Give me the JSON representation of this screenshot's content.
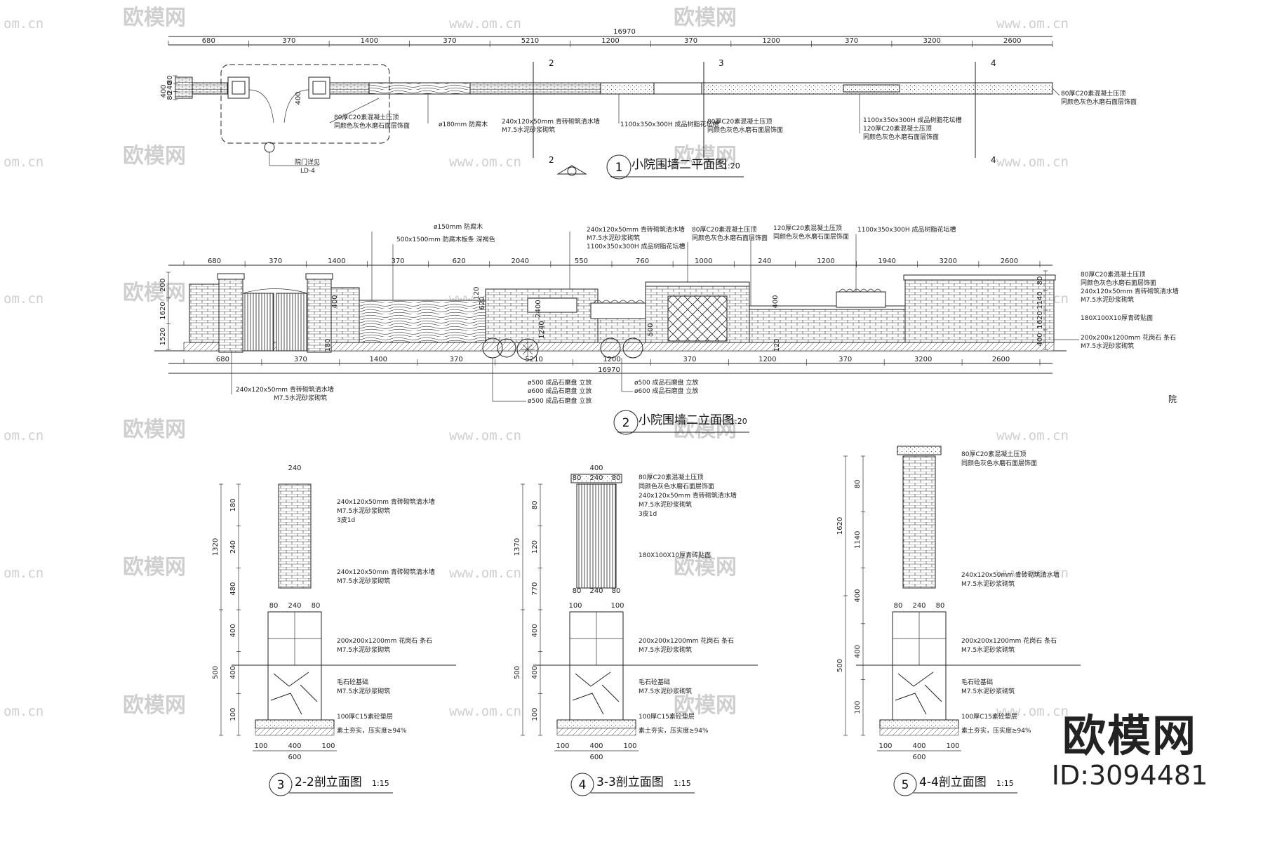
{
  "watermark": {
    "brand": "欧模网",
    "url": "www.om.cn",
    "url_short": "om.cn"
  },
  "logo": {
    "brand": "欧模网",
    "id": "ID:3094481"
  },
  "side_char": "院",
  "plan": {
    "title": "小院围墙二平面图",
    "number": "1",
    "scale": "1:20",
    "total": "16970",
    "dims": [
      "680",
      "370",
      "1400",
      "370",
      "5210",
      "1200",
      "370",
      "1200",
      "370",
      "3200",
      "2600"
    ],
    "left_dims": [
      "80",
      "240",
      "80",
      "400"
    ],
    "gate_dim": "400",
    "notes": {
      "cap_top": "80厚C20素混凝土压顶",
      "cap_sub": "同颜色灰色水磨石面层饰面",
      "timber": "ø180mm 防腐木",
      "brick": "240x120x50mm 青砖砌筑清水墙",
      "mortar": "M7.5水泥砂浆砌筑",
      "planter": "1100x350x300H 成品树脂花坛槽",
      "cap_mid": "80厚C20素混凝土压顶",
      "cap_mid_sub": "同颜色灰色水磨石面层饰面",
      "planter2": "1100x350x300H 成品树脂花坛槽",
      "cap120": "120厚C20素混凝土压顶",
      "cap120_sub": "同颜色灰色水磨石面层饰面",
      "right_cap": "80厚C20素混凝土压顶",
      "right_cap_sub": "同颜色灰色水磨石面层饰面",
      "gate_ref": "院门详见",
      "gate_ref_no": "LD-4"
    },
    "section_marks": [
      "2",
      "3",
      "4"
    ]
  },
  "elevation": {
    "title": "小院围墙二立面图",
    "number": "2",
    "scale": "1:20",
    "total": "16970",
    "top_dims": [
      "680",
      "370",
      "1400",
      "370",
      "620",
      "2040",
      "550",
      "760",
      "1000",
      "240",
      "1200",
      "1940",
      "3200",
      "2600"
    ],
    "bottom_dims": [
      "680",
      "370",
      "1400",
      "370",
      "5210",
      "1200",
      "370",
      "1200",
      "370",
      "3200",
      "2600"
    ],
    "left_dims": [
      "200",
      "1620",
      "1520"
    ],
    "right_dims": [
      "80",
      "1140",
      "1620",
      "400"
    ],
    "inner_dims": [
      "180",
      "120",
      "620",
      "400",
      "2400",
      "1240",
      "500",
      "400",
      "120"
    ],
    "notes": {
      "timber": "ø150mm 防腐木",
      "board": "500x1500mm 防腐木板条 深褐色",
      "brick_top": "240x120x50mm 青砖砌筑清水墙",
      "mortar_top": "M7.5水泥砂浆砌筑",
      "planter": "1100x350x300H 成品树脂花坛槽",
      "cap80": "80厚C20素混凝土压顶",
      "cap80_sub": "同颜色灰色水磨石面层饰面",
      "cap120": "120厚C20素混凝土压顶",
      "cap120_sub": "同颜色灰色水磨石面层饰面",
      "planter2": "1100x350x300H 成品树脂花坛槽",
      "r_cap": "80厚C20素混凝土压顶",
      "r_cap_sub": "同颜色灰色水磨石面层饰面",
      "r_brick": "240x120x50mm 青砖砌筑清水墙",
      "r_mortar": "M7.5水泥砂浆砌筑",
      "r_tile": "180X100X10厚青砖贴面",
      "r_base": "200x200x1200mm 花岗石 条石",
      "r_base_mortar": "M7.5水泥砂浆砌筑",
      "bl_brick": "240x120x50mm 青砖砌筑清水墙",
      "bl_mortar": "M7.5水泥砂浆砌筑",
      "mill1": "ø500 成品石磨盘 立放",
      "mill2": "ø600 成品石磨盘 立放",
      "mill3": "ø500 成品石磨盘 立放",
      "mill4": "ø500 成品石磨盘 立放",
      "mill5": "ø600 成品石磨盘 立放"
    }
  },
  "sections": [
    {
      "number": "3",
      "title": "2-2剖立面图",
      "scale": "1:15",
      "top_width": "240",
      "left_dims": [
        "180",
        "240",
        "480",
        "400",
        "400",
        "100"
      ],
      "total_dims": [
        "1320",
        "500"
      ],
      "mid_dims": [
        "80",
        "240",
        "80"
      ],
      "bottom_dims": [
        "100",
        "400",
        "100"
      ],
      "bottom_total": "600",
      "notes": [
        "240x120x50mm 青砖砌筑清水墙",
        "M7.5水泥砂浆砌筑",
        "3皮1d",
        "240x120x50mm 青砖砌筑清水墙",
        "M7.5水泥砂浆砌筑",
        "200x200x1200mm 花岗石 条石",
        "M7.5水泥砂浆砌筑",
        "毛石砼基础",
        "M7.5水泥砂浆砌筑",
        "100厚C15素砼垫层",
        "素土夯实，压实度≥94%"
      ]
    },
    {
      "number": "4",
      "title": "3-3剖立面图",
      "scale": "1:15",
      "top_width": "400",
      "top_sub": [
        "80",
        "240",
        "80"
      ],
      "left_dims": [
        "80",
        "120",
        "770",
        "400",
        "400",
        "100"
      ],
      "total_dims": [
        "1370",
        "500"
      ],
      "mid_dims": [
        "100",
        "100"
      ],
      "mid_dims2": [
        "80",
        "240",
        "80"
      ],
      "bottom_dims": [
        "100",
        "400",
        "100"
      ],
      "bottom_total": "600",
      "notes": [
        "80厚C20素混凝土压顶",
        "同颜色灰色水磨石面层饰面",
        "240x120x50mm 青砖砌筑清水墙",
        "M7.5水泥砂浆砌筑",
        "3皮1d",
        "180X100X10厚青砖贴面",
        "200x200x1200mm 花岗石 条石",
        "M7.5水泥砂浆砌筑",
        "毛石砼基础",
        "M7.5水泥砂浆砌筑",
        "100厚C15素砼垫层",
        "素土夯实，压实度≥94%"
      ]
    },
    {
      "number": "5",
      "title": "4-4剖立面图",
      "scale": "1:15",
      "left_dims": [
        "80",
        "1140",
        "400",
        "400",
        "100"
      ],
      "total_dims": [
        "1620",
        "500"
      ],
      "mid_dims": [
        "80",
        "240",
        "80"
      ],
      "bottom_dims": [
        "100",
        "400",
        "100"
      ],
      "bottom_total": "600",
      "notes": [
        "80厚C20素混凝土压顶",
        "同颜色灰色水磨石面层饰面",
        "240x120x50mm 青砖砌筑清水墙",
        "M7.5水泥砂浆砌筑",
        "200x200x1200mm 花岗石 条石",
        "M7.5水泥砂浆砌筑",
        "毛石砼基础",
        "M7.5水泥砂浆砌筑",
        "100厚C15素砼垫层",
        "素土夯实，压实度≥94%"
      ]
    }
  ]
}
